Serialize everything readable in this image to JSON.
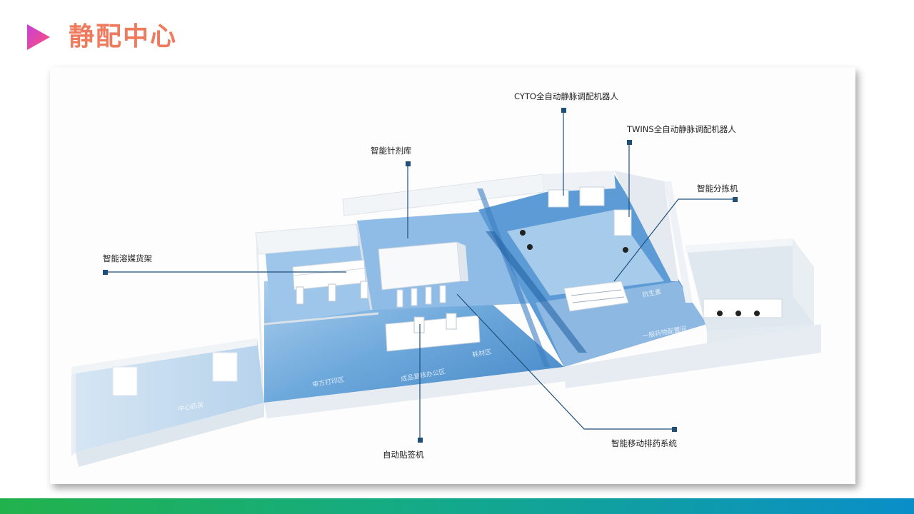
{
  "page": {
    "title": "静配中心"
  },
  "diagram": {
    "callouts": [
      {
        "id": "cyto",
        "text": "CYTO全自动静脉调配机器人"
      },
      {
        "id": "twins",
        "text": "TWINS全自动静脉调配机器人"
      },
      {
        "id": "cabinet",
        "text": "智能针剂库"
      },
      {
        "id": "sorter",
        "text": "智能分拣机"
      },
      {
        "id": "shelf",
        "text": "智能溶媒货架"
      },
      {
        "id": "labeler",
        "text": "自动贴签机"
      },
      {
        "id": "mover",
        "text": "智能移动排药系统"
      }
    ],
    "room_labels": [
      "中心药房",
      "审方打印区",
      "成品复核办公区",
      "耗材区",
      "一般药物配置间",
      "抗生素"
    ],
    "colors": {
      "title": "#ef7b5e",
      "callout_line": "#1f4e79",
      "floor_blue": "#2f7fc6",
      "wall": "#eef2f5"
    }
  }
}
